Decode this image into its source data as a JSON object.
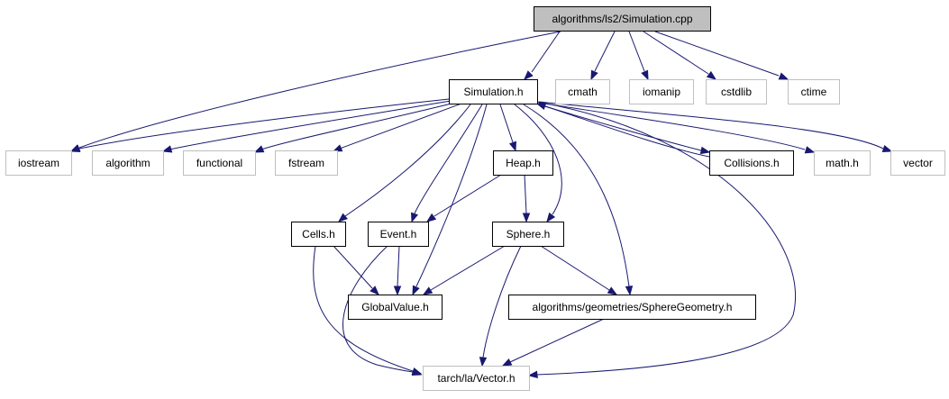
{
  "graph": {
    "colors": {
      "edge": "#191970",
      "root_fill": "#bfbfbf",
      "documented_border": "#000000",
      "external_border": "#bfbfbf"
    },
    "nodes": [
      {
        "id": "simulation_cpp",
        "label": "algorithms/ls2/Simulation.cpp",
        "kind": "root"
      },
      {
        "id": "simulation_h",
        "label": "Simulation.h",
        "kind": "documented"
      },
      {
        "id": "cmath",
        "label": "cmath",
        "kind": "external"
      },
      {
        "id": "iomanip",
        "label": "iomanip",
        "kind": "external"
      },
      {
        "id": "cstdlib",
        "label": "cstdlib",
        "kind": "external"
      },
      {
        "id": "ctime",
        "label": "ctime",
        "kind": "external"
      },
      {
        "id": "iostream",
        "label": "iostream",
        "kind": "external"
      },
      {
        "id": "algorithm",
        "label": "algorithm",
        "kind": "external"
      },
      {
        "id": "functional",
        "label": "functional",
        "kind": "external"
      },
      {
        "id": "fstream",
        "label": "fstream",
        "kind": "external"
      },
      {
        "id": "collisions_h",
        "label": "Collisions.h",
        "kind": "documented"
      },
      {
        "id": "math_h",
        "label": "math.h",
        "kind": "external"
      },
      {
        "id": "vector",
        "label": "vector",
        "kind": "external"
      },
      {
        "id": "heap_h",
        "label": "Heap.h",
        "kind": "documented"
      },
      {
        "id": "cells_h",
        "label": "Cells.h",
        "kind": "documented"
      },
      {
        "id": "event_h",
        "label": "Event.h",
        "kind": "documented"
      },
      {
        "id": "sphere_h",
        "label": "Sphere.h",
        "kind": "documented"
      },
      {
        "id": "globalvalue_h",
        "label": "GlobalValue.h",
        "kind": "documented"
      },
      {
        "id": "spheregeometry_h",
        "label": "algorithms/geometries/SphereGeometry.h",
        "kind": "documented"
      },
      {
        "id": "vector_h",
        "label": "tarch/la/Vector.h",
        "kind": "external"
      }
    ],
    "edges": [
      {
        "from": "simulation_cpp",
        "to": "simulation_h"
      },
      {
        "from": "simulation_cpp",
        "to": "cmath"
      },
      {
        "from": "simulation_cpp",
        "to": "iomanip"
      },
      {
        "from": "simulation_cpp",
        "to": "cstdlib"
      },
      {
        "from": "simulation_cpp",
        "to": "ctime"
      },
      {
        "from": "simulation_cpp",
        "to": "iostream"
      },
      {
        "from": "simulation_h",
        "to": "iostream"
      },
      {
        "from": "simulation_h",
        "to": "algorithm"
      },
      {
        "from": "simulation_h",
        "to": "functional"
      },
      {
        "from": "simulation_h",
        "to": "fstream"
      },
      {
        "from": "simulation_h",
        "to": "collisions_h"
      },
      {
        "from": "collisions_h",
        "to": "simulation_h"
      },
      {
        "from": "simulation_h",
        "to": "math_h"
      },
      {
        "from": "simulation_h",
        "to": "vector"
      },
      {
        "from": "simulation_h",
        "to": "heap_h"
      },
      {
        "from": "simulation_h",
        "to": "cells_h"
      },
      {
        "from": "simulation_h",
        "to": "event_h"
      },
      {
        "from": "simulation_h",
        "to": "globalvalue_h"
      },
      {
        "from": "simulation_h",
        "to": "sphere_h"
      },
      {
        "from": "simulation_h",
        "to": "spheregeometry_h"
      },
      {
        "from": "simulation_h",
        "to": "vector_h"
      },
      {
        "from": "heap_h",
        "to": "event_h"
      },
      {
        "from": "heap_h",
        "to": "sphere_h"
      },
      {
        "from": "cells_h",
        "to": "globalvalue_h"
      },
      {
        "from": "cells_h",
        "to": "vector_h"
      },
      {
        "from": "event_h",
        "to": "globalvalue_h"
      },
      {
        "from": "event_h",
        "to": "vector_h"
      },
      {
        "from": "sphere_h",
        "to": "globalvalue_h"
      },
      {
        "from": "sphere_h",
        "to": "spheregeometry_h"
      },
      {
        "from": "sphere_h",
        "to": "vector_h"
      },
      {
        "from": "spheregeometry_h",
        "to": "vector_h"
      }
    ]
  }
}
